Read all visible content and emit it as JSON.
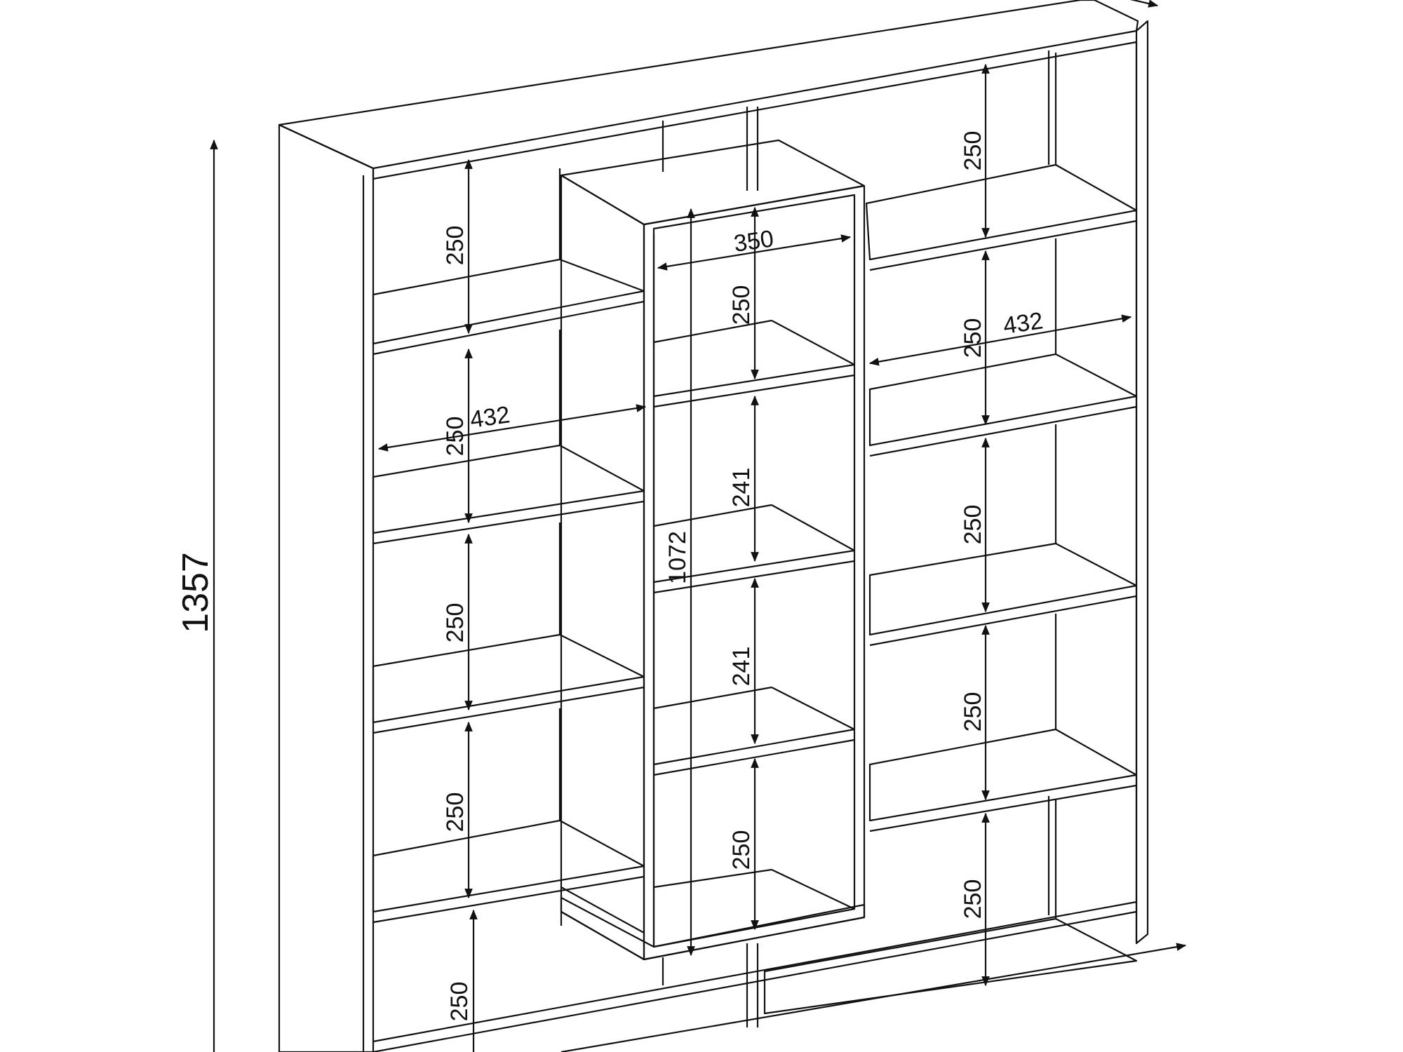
{
  "drawing": {
    "line_color": "#111111",
    "background": "#ffffff"
  },
  "dimensions": {
    "overall_height": "1357",
    "left_section": {
      "width": "432",
      "shelf_heights": [
        "250",
        "250",
        "250",
        "250",
        "250"
      ]
    },
    "center_unit": {
      "width": "350",
      "height": "1072",
      "shelf_heights": [
        "250",
        "241",
        "241",
        "250"
      ]
    },
    "right_section": {
      "width": "432",
      "shelf_heights": [
        "250",
        "250",
        "250",
        "250",
        "250"
      ]
    }
  },
  "icons": {
    "arrowhead": "arrowhead-icon"
  }
}
